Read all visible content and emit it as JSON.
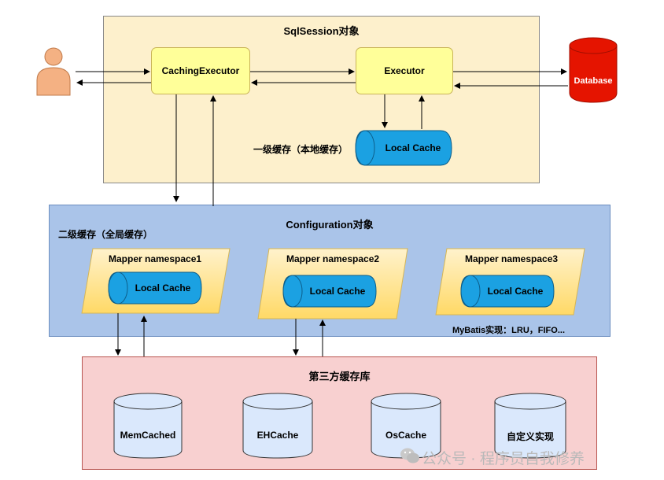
{
  "sqlsession": {
    "title": "SqlSession对象",
    "caching_executor": "CachingExecutor",
    "executor": "Executor",
    "local_cache_label": "一级缓存（本地缓存）",
    "local_cache": "Local Cache"
  },
  "database": "Database",
  "configuration": {
    "title": "Configuration对象",
    "second_level_label": "二级缓存（全局缓存）",
    "mappers": [
      {
        "name": "Mapper namespace1",
        "cache": "Local Cache"
      },
      {
        "name": "Mapper namespace2",
        "cache": "Local Cache"
      },
      {
        "name": "Mapper namespace3",
        "cache": "Local Cache"
      }
    ],
    "impl_note": "MyBatis实现：LRU，FIFO..."
  },
  "thirdparty": {
    "title": "第三方缓存库",
    "caches": [
      "MemCached",
      "EHCache",
      "OsCache",
      "自定义实现"
    ]
  },
  "watermark": "公众号 · 程序员自我修养",
  "colors": {
    "user": "#f4b183",
    "executor_fill": "#ffff99",
    "cache_blue": "#1ba1e2",
    "database_red": "#e51400",
    "sqlsession_bg": "#fdf0cc",
    "configuration_bg": "#aac4e9",
    "thirdparty_bg": "#f8d0d0"
  }
}
